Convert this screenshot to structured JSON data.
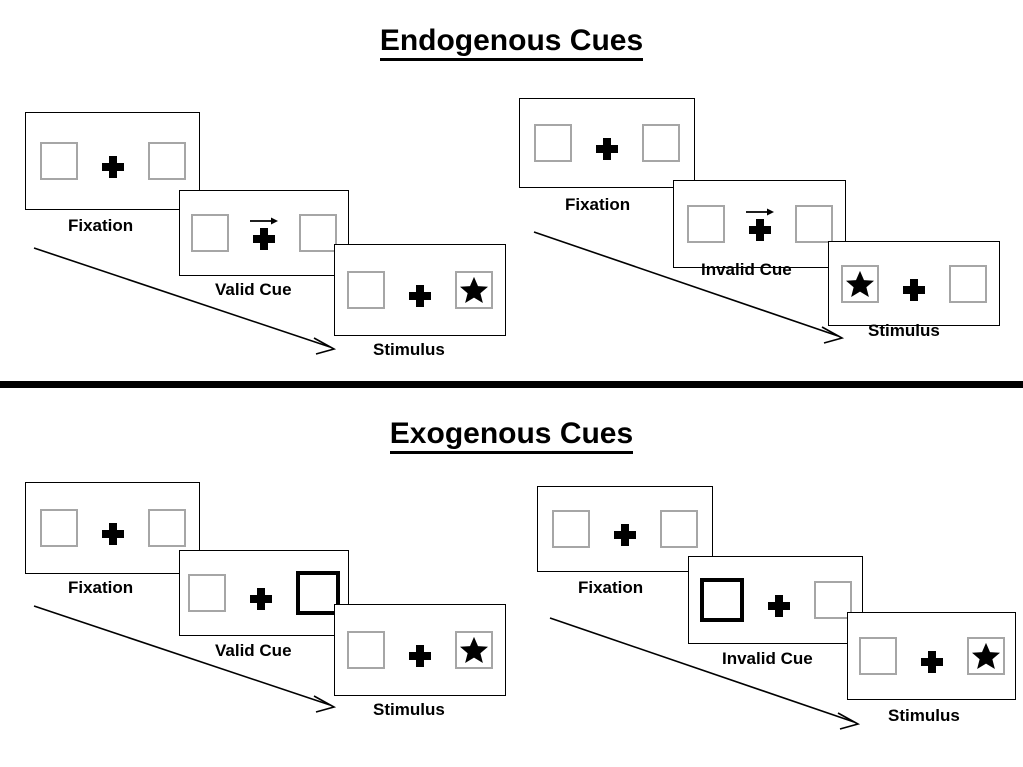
{
  "sections": [
    {
      "id": "endogenous",
      "title": "Endogenous Cues",
      "panels": [
        {
          "id": "endo-valid",
          "cue_type": "arrow",
          "steps": [
            {
              "label": "Fixation",
              "left_box": "empty",
              "right_box": "empty",
              "cue": "none"
            },
            {
              "label": "Valid Cue",
              "left_box": "empty",
              "right_box": "empty",
              "cue": "arrow-right"
            },
            {
              "label": "Stimulus",
              "left_box": "empty",
              "right_box": "star",
              "cue": "none"
            }
          ]
        },
        {
          "id": "endo-invalid",
          "cue_type": "arrow",
          "steps": [
            {
              "label": "Fixation",
              "left_box": "empty",
              "right_box": "empty",
              "cue": "none"
            },
            {
              "label": "Invalid Cue",
              "left_box": "empty",
              "right_box": "empty",
              "cue": "arrow-right"
            },
            {
              "label": "Stimulus",
              "left_box": "star",
              "right_box": "empty",
              "cue": "none"
            }
          ]
        }
      ]
    },
    {
      "id": "exogenous",
      "title": "Exogenous Cues",
      "panels": [
        {
          "id": "exo-valid",
          "cue_type": "box-highlight",
          "steps": [
            {
              "label": "Fixation",
              "left_box": "empty",
              "right_box": "empty",
              "cue": "none"
            },
            {
              "label": "Valid Cue",
              "left_box": "empty",
              "right_box": "cued",
              "cue": "none"
            },
            {
              "label": "Stimulus",
              "left_box": "empty",
              "right_box": "star",
              "cue": "none"
            }
          ]
        },
        {
          "id": "exo-invalid",
          "cue_type": "box-highlight",
          "steps": [
            {
              "label": "Fixation",
              "left_box": "empty",
              "right_box": "empty",
              "cue": "none"
            },
            {
              "label": "Invalid Cue",
              "left_box": "cued",
              "right_box": "empty",
              "cue": "none"
            },
            {
              "label": "Stimulus",
              "left_box": "empty",
              "right_box": "star",
              "cue": "none"
            }
          ]
        }
      ]
    }
  ],
  "colors": {
    "box_border": "#a6a6a6",
    "cued_box_border": "#000000",
    "card_border": "#000000",
    "star_fill": "#000000",
    "divider": "#000000",
    "background": "#ffffff"
  }
}
